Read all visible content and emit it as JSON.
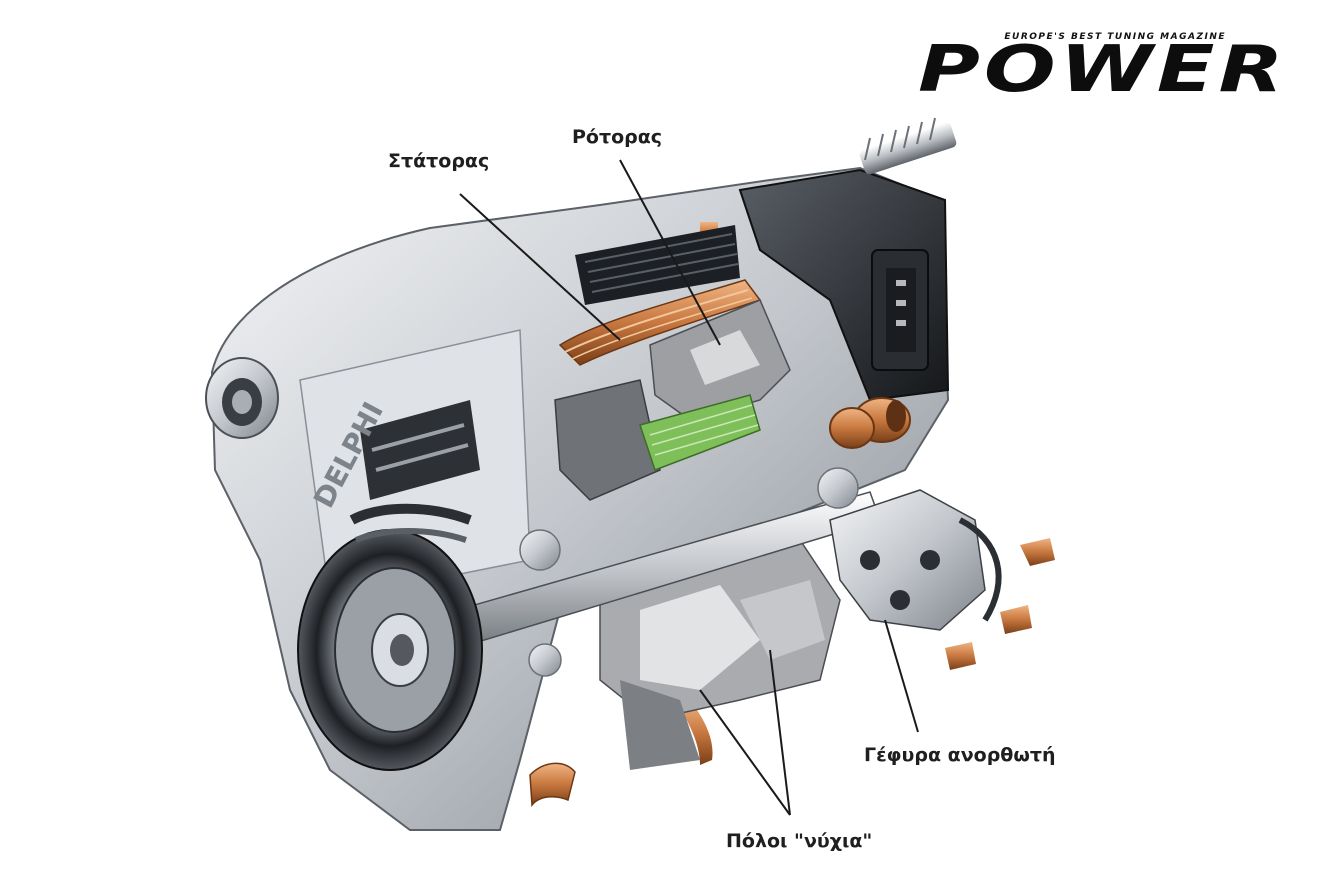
{
  "logo": {
    "wordmark": "POWER",
    "tagline": "EUROPE'S BEST TUNING MAGAZINE"
  },
  "labels": {
    "stator": "Στάτορας",
    "rotor": "Ρότορας",
    "rectifier_bridge": "Γέφυρα ανορθωτή",
    "claw_poles": "Πόλοι \"νύχια\""
  },
  "housing_text": "DELPHI",
  "colors": {
    "copper": "#c8783f",
    "housing": "#c9cdd2",
    "shadow": "#2b2e33",
    "diode_green": "#7fbf5a"
  }
}
